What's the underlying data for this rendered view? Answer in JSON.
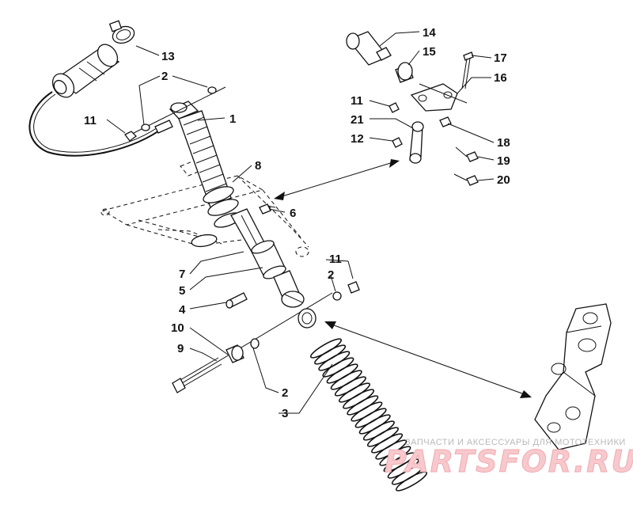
{
  "labels": [
    {
      "id": "1",
      "text": "1"
    },
    {
      "id": "2a",
      "text": "2"
    },
    {
      "id": "2b",
      "text": "2"
    },
    {
      "id": "2c",
      "text": "2"
    },
    {
      "id": "3",
      "text": "3"
    },
    {
      "id": "4",
      "text": "4"
    },
    {
      "id": "5",
      "text": "5"
    },
    {
      "id": "6",
      "text": "6"
    },
    {
      "id": "7",
      "text": "7"
    },
    {
      "id": "8",
      "text": "8"
    },
    {
      "id": "9",
      "text": "9"
    },
    {
      "id": "10",
      "text": "10"
    },
    {
      "id": "11a",
      "text": "11"
    },
    {
      "id": "11b",
      "text": "11"
    },
    {
      "id": "11c",
      "text": "11"
    },
    {
      "id": "12",
      "text": "12"
    },
    {
      "id": "13",
      "text": "13"
    },
    {
      "id": "14",
      "text": "14"
    },
    {
      "id": "15",
      "text": "15"
    },
    {
      "id": "16",
      "text": "16"
    },
    {
      "id": "17",
      "text": "17"
    },
    {
      "id": "18",
      "text": "18"
    },
    {
      "id": "19",
      "text": "19"
    },
    {
      "id": "20",
      "text": "20"
    },
    {
      "id": "21",
      "text": "21"
    }
  ],
  "watermark": {
    "tagline": "ЗАПЧАСТИ И АКСЕССУАРЫ ДЛЯ МОТОТЕХНИКИ",
    "brand": "PARTSFOR.RU"
  }
}
